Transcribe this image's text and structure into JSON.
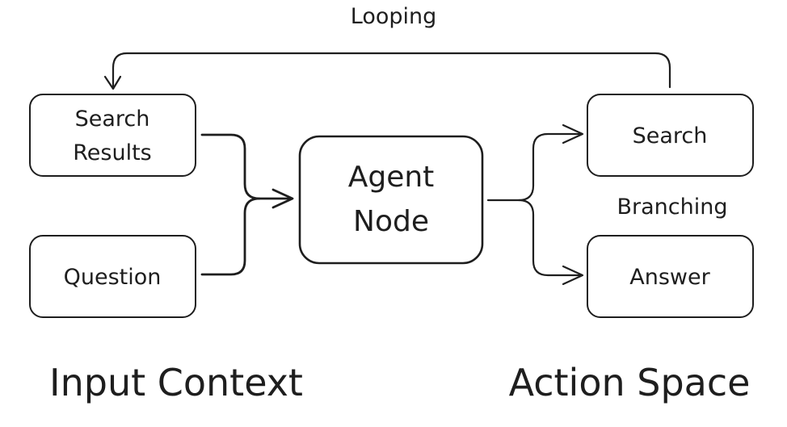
{
  "nodes": {
    "search_results": {
      "line1": "Search",
      "line2": "Results"
    },
    "question": {
      "label": "Question"
    },
    "agent_node": {
      "line1": "Agent",
      "line2": "Node"
    },
    "search": {
      "label": "Search"
    },
    "answer": {
      "label": "Answer"
    }
  },
  "edges": {
    "looping_label": "Looping",
    "branching_label": "Branching"
  },
  "sections": {
    "input_context": "Input Context",
    "action_space": "Action Space"
  },
  "colors": {
    "stroke": "#1e1e1e",
    "background": "#ffffff"
  }
}
